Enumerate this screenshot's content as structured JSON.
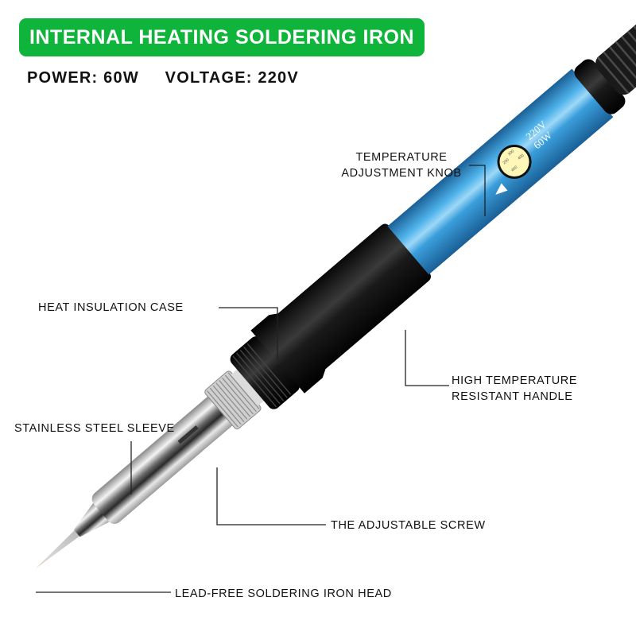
{
  "banner": {
    "title": "INTERNAL HEATING SOLDERING IRON",
    "color": "#0fb43a"
  },
  "specs": {
    "power": "POWER: 60W",
    "voltage": "VOLTAGE: 220V"
  },
  "callouts": {
    "temperature_knob": {
      "line1": "TEMPERATURE",
      "line2": "ADJUSTMENT KNOB"
    },
    "heat_insulation_case": "HEAT INSULATION CASE",
    "handle": {
      "line1": "HIGH TEMPERATURE",
      "line2": "RESISTANT HANDLE"
    },
    "steel_sleeve": "STAINLESS STEEL SLEEVE",
    "adjustable_screw": "THE ADJUSTABLE SCREW",
    "iron_head": "LEAD-FREE SOLDERING IRON HEAD"
  },
  "handle_markings": {
    "voltage": "220V",
    "wattage": "60W"
  },
  "colors": {
    "handle_blue": "#2f8fd0",
    "case_black": "#111111",
    "steel": "#c8c8c8"
  }
}
